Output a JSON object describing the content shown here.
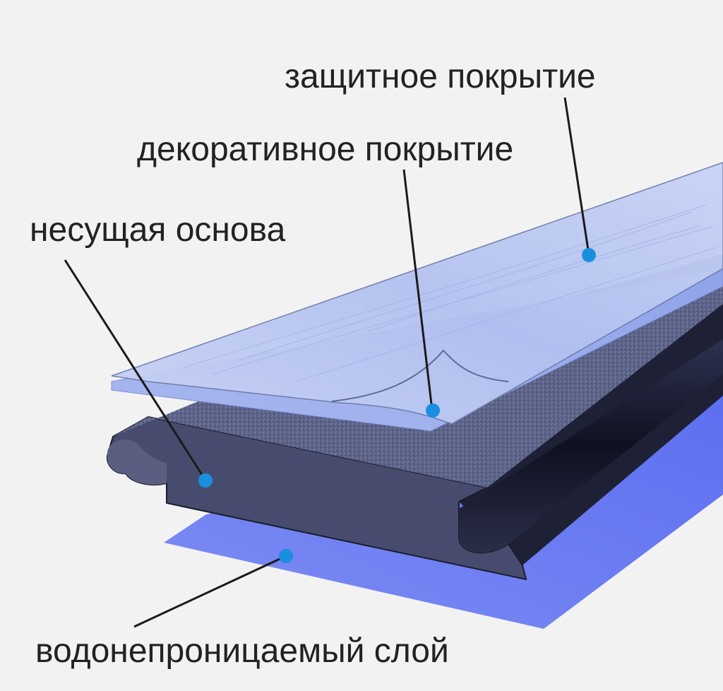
{
  "labels": {
    "protective_coating": "защитное покрытие",
    "decorative_coating": "декоративное покрытие",
    "core_base": "несущая основа",
    "waterproof_layer": "водонепроницаемый слой"
  },
  "colors": {
    "background": "#f2f2f2",
    "protective_film": "#b9c7f2",
    "decorative_layer": "#9fb2ee",
    "core_top": "#5b6288",
    "core_side": "#3c4060",
    "core_dark": "#1d2033",
    "waterproof_layer": "#6f7ff0",
    "marker": "#1a8fe0",
    "leader_line": "#1b1b1b",
    "text": "#222222"
  }
}
